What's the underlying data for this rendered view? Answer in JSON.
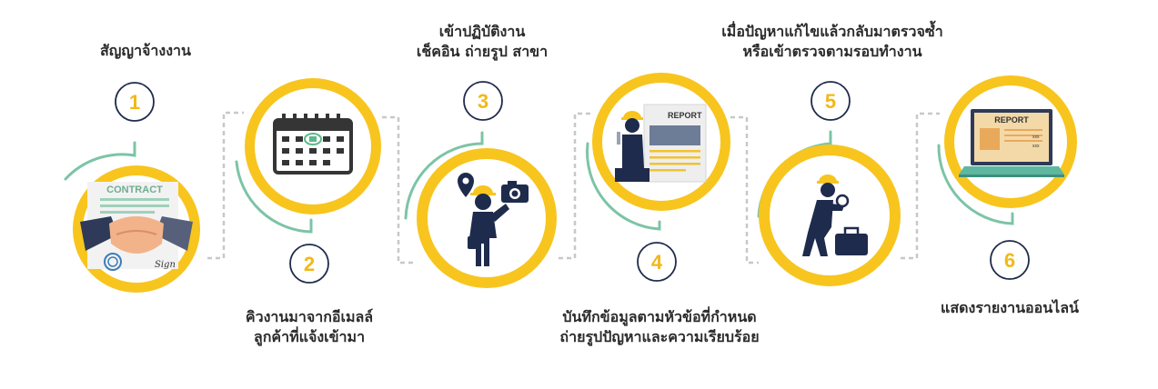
{
  "colors": {
    "ring": "#F7C51E",
    "arc": "#7CC4A6",
    "dash": "#C8C8C8",
    "navy": "#1F2B4C",
    "badge_text": "#F2B81A",
    "text": "#2B2B2B"
  },
  "steps": [
    {
      "number": "1",
      "lines": [
        "สัญญาจ้างงาน"
      ],
      "icon": "contract-handshake-icon",
      "icon_text": "CONTRACT",
      "sign_text": "Sign"
    },
    {
      "number": "2",
      "lines": [
        "คิวงานมาจากอีเมลล์",
        "ลูกค้าที่แจ้งเข้ามา"
      ],
      "icon": "calendar-icon"
    },
    {
      "number": "3",
      "lines": [
        "เข้าปฏิบัติงาน",
        "เช็คอิน ถ่ายรูป สาขา"
      ],
      "icon": "worker-camera-location-icon"
    },
    {
      "number": "4",
      "lines": [
        "บันทึกข้อมูลตามหัวข้อที่กำหนด",
        "ถ่ายรูปปัญหาและความเรียบร้อย"
      ],
      "icon": "worker-report-icon",
      "icon_text": "REPORT"
    },
    {
      "number": "5",
      "lines": [
        "เมื่อปัญหาแก้ไขแล้วกลับมาตรวจซ้ำ",
        "หรือเข้าตรวจตามรอบทำงาน"
      ],
      "icon": "worker-inspect-icon"
    },
    {
      "number": "6",
      "lines": [
        "แสดงรายงานออนไลน์"
      ],
      "icon": "laptop-report-icon",
      "icon_text": "REPORT",
      "xxx_text": "xxx"
    }
  ]
}
